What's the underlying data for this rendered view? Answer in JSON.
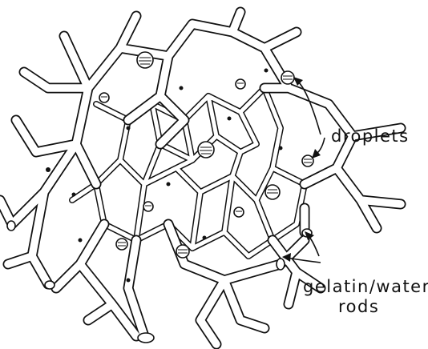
{
  "labels": {
    "droplets": "droplets",
    "rods_line1": "gelatin/water",
    "rods_line2": "rods"
  }
}
